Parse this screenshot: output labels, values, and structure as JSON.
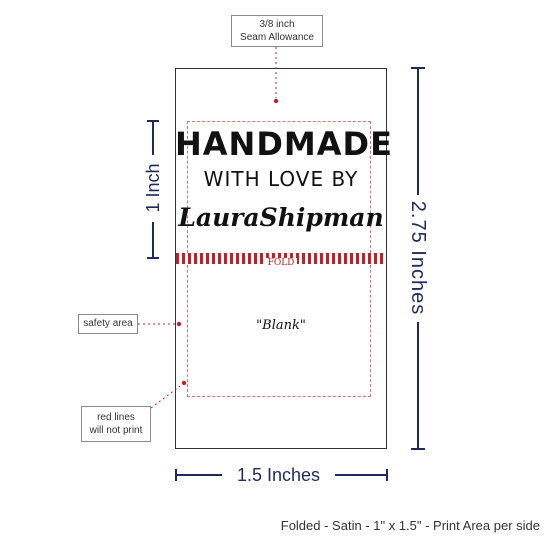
{
  "seam_callout": {
    "line1": "3/8 inch",
    "line2": "Seam Allowance"
  },
  "label_text": {
    "line1": "HANDMADE",
    "line2": "WITH LOVE BY",
    "line3": "LauraShipman",
    "fold": "FOLD",
    "blank": "\"Blank\""
  },
  "dimensions": {
    "one_inch": "1 Inch",
    "height": "2.75 Inches",
    "width": "1.5 Inches"
  },
  "callouts": {
    "safety_area": "safety area",
    "red_lines_1": "red lines",
    "red_lines_2": "will not print"
  },
  "caption": "Folded - Satin - 1\" x 1.5\" - Print Area per side",
  "colors": {
    "navy": "#1c2a5c",
    "guide_red": "#c0202a",
    "safety_red": "#e07070"
  }
}
